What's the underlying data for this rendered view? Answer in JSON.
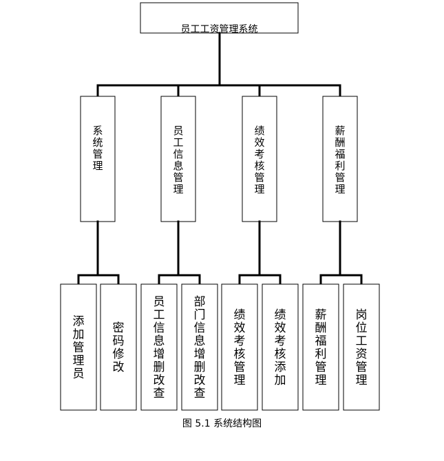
{
  "diagram": {
    "root": "员工工资管理系统",
    "modules": [
      {
        "name": "系统管理",
        "children": [
          "添加管理员",
          "密码修改"
        ]
      },
      {
        "name": "员工信息管理",
        "children": [
          "员工信息增删改查",
          "部门信息增删改查"
        ]
      },
      {
        "name": "绩效考核管理",
        "children": [
          "绩效考核管理",
          "绩效考核添加"
        ]
      },
      {
        "name": "薪酬福利管理",
        "children": [
          "薪酬福利管理",
          "岗位工资管理"
        ]
      }
    ]
  },
  "caption": "图 5.1 系统结构图"
}
